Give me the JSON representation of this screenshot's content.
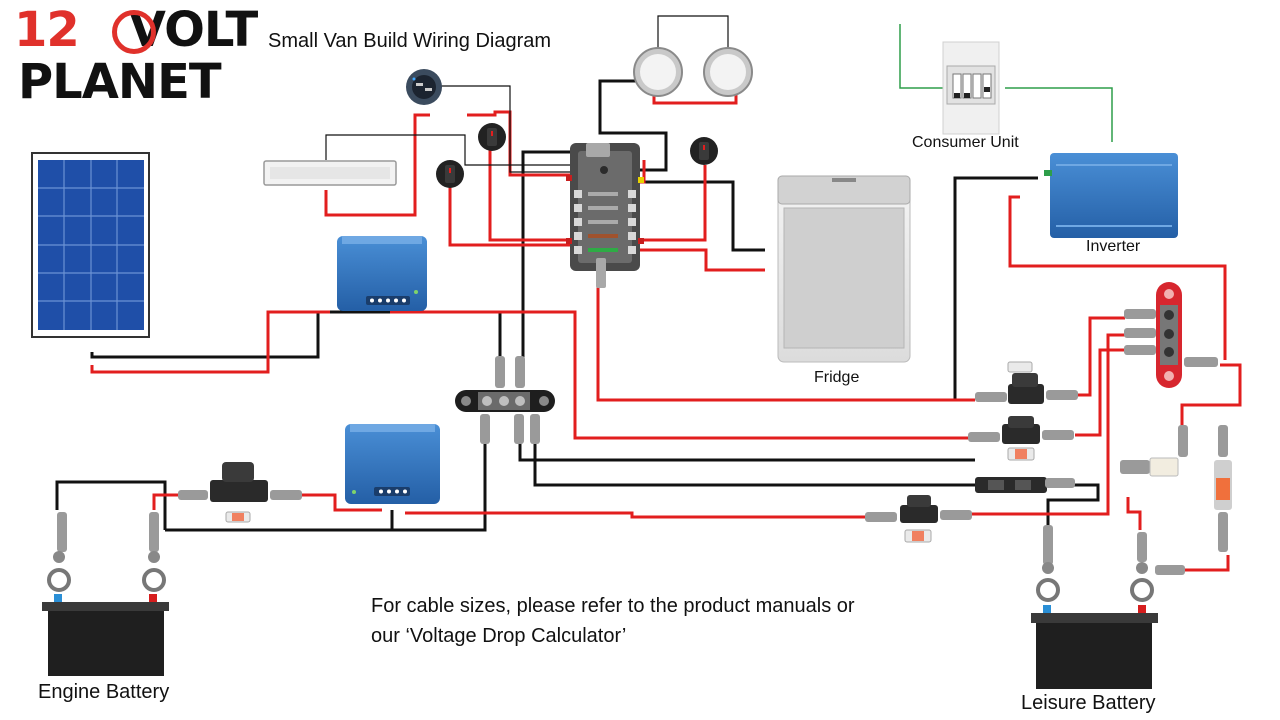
{
  "logo": {
    "line1_number": "12",
    "line1_word": "VOLT",
    "line2_word": "PLANET"
  },
  "diagram": {
    "title": "Small Van Build Wiring Diagram",
    "note_line1": "For cable sizes, please refer to the product manuals or",
    "note_line2": "our ‘Voltage Drop Calculator’",
    "labels": {
      "consumer_unit": "Consumer Unit",
      "inverter": "Inverter",
      "fridge": "Fridge",
      "engine_battery": "Engine Battery",
      "leisure_battery": "Leisure Battery"
    }
  },
  "colors": {
    "positive": "#e21e1e",
    "negative": "#111111",
    "ac_line": "#2e9e4a",
    "victron_blue": "#2f74c0",
    "logo_red": "#e0312b"
  }
}
